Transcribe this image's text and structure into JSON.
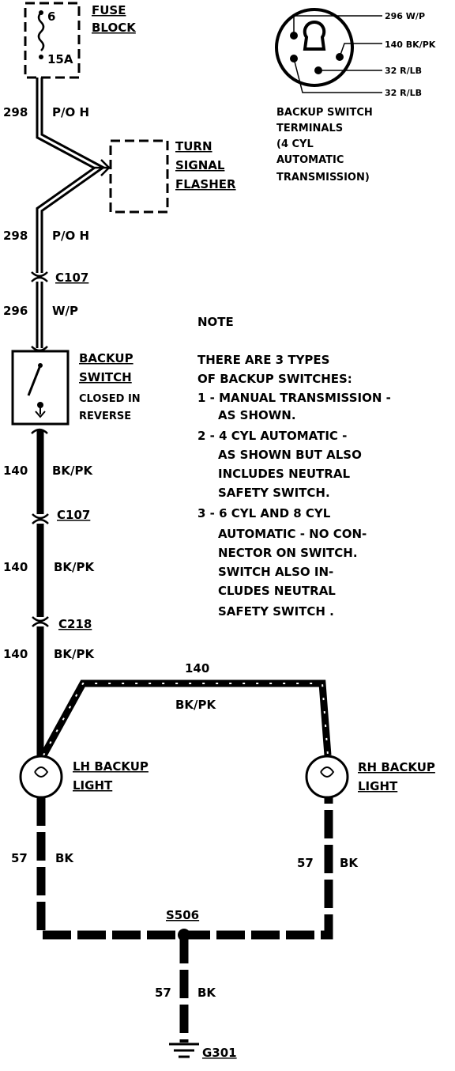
{
  "fuse_block": {
    "label_line1": "FUSE",
    "label_line2": "BLOCK",
    "fuse_number": "6",
    "fuse_rating": "15A"
  },
  "turn_signal_flasher": {
    "line1": "TURN",
    "line2": "SIGNAL",
    "line3": "FLASHER"
  },
  "wires": {
    "w1": {
      "circuit": "298",
      "color": "P/O H"
    },
    "w2": {
      "circuit": "298",
      "color": "P/O H"
    },
    "w3": {
      "circuit": "296",
      "color": "W/P"
    },
    "w4": {
      "circuit": "140",
      "color": "BK/PK"
    },
    "w5": {
      "circuit": "140",
      "color": "BK/PK"
    },
    "w6": {
      "circuit": "140",
      "color": "BK/PK"
    },
    "w7": {
      "circuit": "140",
      "color": "BK/PK"
    },
    "w8": {
      "circuit": "57",
      "color": "BK"
    },
    "w9": {
      "circuit": "57",
      "color": "BK"
    },
    "w10": {
      "circuit": "57",
      "color": "BK"
    }
  },
  "connectors": {
    "c107_a": "C107",
    "c107_b": "C107",
    "c218": "C218"
  },
  "backup_switch": {
    "line1": "BACKUP",
    "line2": "SWITCH",
    "note1": "CLOSED IN",
    "note2": "REVERSE"
  },
  "lights": {
    "lh_line1": "LH BACKUP",
    "lh_line2": "LIGHT",
    "rh_line1": "RH BACKUP",
    "rh_line2": "LIGHT"
  },
  "splice": "S506",
  "ground": "G301",
  "terminals": {
    "labels": [
      "296 W/P",
      "140 BK/PK",
      "32 R/LB",
      "32 R/LB"
    ],
    "caption": [
      "BACKUP SWITCH",
      "TERMINALS",
      "(4 CYL",
      "AUTOMATIC",
      "TRANSMISSION)"
    ]
  },
  "note": {
    "title": "NOTE",
    "lines": [
      "THERE ARE 3 TYPES",
      "OF BACKUP SWITCHES:",
      "1 - MANUAL TRANSMISSION -",
      "AS SHOWN.",
      "2 - 4 CYL AUTOMATIC -",
      "AS SHOWN BUT ALSO",
      "INCLUDES NEUTRAL",
      "SAFETY SWITCH.",
      "3 - 6 CYL AND 8 CYL",
      "AUTOMATIC - NO CON-",
      "NECTOR ON SWITCH.",
      "SWITCH ALSO IN-",
      "CLUDES NEUTRAL",
      "SAFETY SWITCH ."
    ]
  }
}
